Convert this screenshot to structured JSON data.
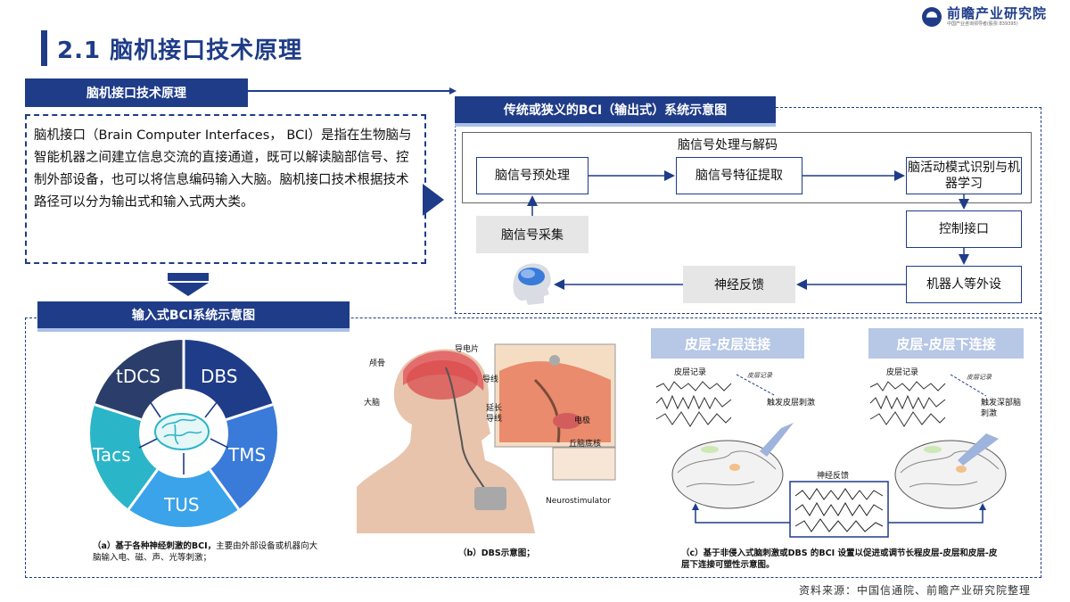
{
  "page": {
    "title": "2.1 脑机接口技术原理",
    "source": "资料来源：中国信通院、前瞻产业研究院整理"
  },
  "logo": {
    "name": "前瞻产业研究院",
    "sub": "中国产业咨询领导者(股票:839395)"
  },
  "definition": {
    "header": "脑机接口技术原理",
    "text": "脑机接口（Brain Computer Interfaces， BCI）是指在生物脑与智能机器之间建立信息交流的直接通道，既可以解读脑部信号、控制外部设备，也可以将信息编码输入大脑。脑机接口技术根据技术路径可以分为输出式和输入式两大类。"
  },
  "output_bci": {
    "header": "传统或狭义的BCI（输出式）系统示意图",
    "group_label": "脑信号处理与解码",
    "nodes": {
      "preprocess": "脑信号预处理",
      "feature": "脑信号特征提取",
      "recognition": "脑活动模式识别与机器学习",
      "acquisition": "脑信号采集",
      "control": "控制接口",
      "robot": "机器人等外设",
      "feedback": "神经反馈"
    }
  },
  "input_bci": {
    "header": "输入式BCI系统示意图",
    "wheel_segments": [
      "tDCS",
      "DBS",
      "TMS",
      "TUS",
      "Tacs"
    ],
    "caption_a_bold": "（a）基于各种神经刺激的BCI，",
    "caption_a_rest": "主要由外部设备或机器向大脑输入电、磁、声、光等刺激；",
    "caption_b": "（b）DBS示意图；",
    "dbs_labels": {
      "skull": "颅骨",
      "brain": "大脑",
      "electrode_lead": "导电片",
      "wire": "导线",
      "extension": "延长导线",
      "electrode": "电极",
      "thalamus": "丘脑底核",
      "neurostimulator": "Neurostimulator"
    },
    "panel_c": {
      "left_title": "皮层-皮层连接",
      "right_title": "皮层-皮层下连接",
      "left_record": "皮层记录",
      "left_stim": "触发皮层刺激",
      "right_record": "皮层记录",
      "right_stim": "触发深部脑刺激",
      "left_note": "皮层记录",
      "right_note": "皮层记录",
      "feedback": "神经反馈"
    },
    "caption_c": "（c）基于非侵入式脑刺激或DBS 的BCI 设置以促进或调节长程皮层-皮层和皮层-皮层下连接可塑性示意图。"
  },
  "colors": {
    "brand": "#1f3c88",
    "wheel": [
      "#2b3e6b",
      "#1f3c88",
      "#3a7ad9",
      "#3aa3ea",
      "#2bb5c8"
    ]
  }
}
